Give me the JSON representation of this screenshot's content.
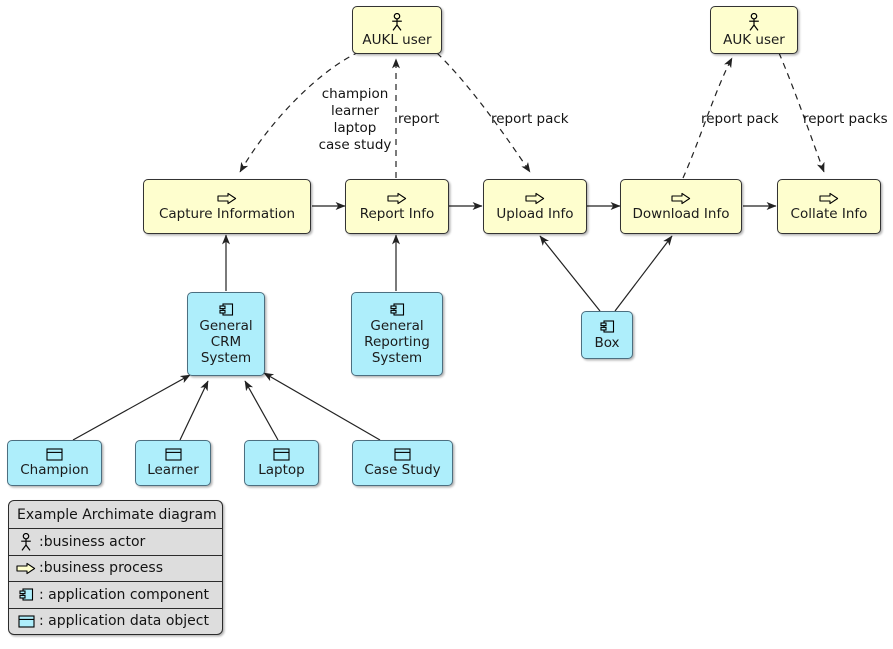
{
  "diagram": {
    "title": "Example Archimate diagram",
    "background": "#FFFFFF",
    "palette": {
      "business_fill": "#FEFECE",
      "business_stroke": "#333333",
      "application_fill": "#AEEEFB",
      "application_stroke": "#4C6F80",
      "legend_fill": "#DDDDDD",
      "edge_stroke": "#222222"
    }
  },
  "nodes": {
    "aukl_user": {
      "label": "AUKL user",
      "type": "business actor",
      "icon": "business-actor-icon"
    },
    "auk_user": {
      "label": "AUK user",
      "type": "business actor",
      "icon": "business-actor-icon"
    },
    "capture_info": {
      "label": "Capture Information",
      "type": "business process",
      "icon": "business-process-icon"
    },
    "report_info": {
      "label": "Report Info",
      "type": "business process",
      "icon": "business-process-icon"
    },
    "upload_info": {
      "label": "Upload Info",
      "type": "business process",
      "icon": "business-process-icon"
    },
    "download_info": {
      "label": "Download Info",
      "type": "business process",
      "icon": "business-process-icon"
    },
    "collate_info": {
      "label": "Collate Info",
      "type": "business process",
      "icon": "business-process-icon"
    },
    "general_crm": {
      "label": "General\nCRM\nSystem",
      "type": "application component",
      "icon": "application-component-icon"
    },
    "general_reporting": {
      "label": "General\nReporting\nSystem",
      "type": "application component",
      "icon": "application-component-icon"
    },
    "box": {
      "label": "Box",
      "type": "application component",
      "icon": "application-component-icon"
    },
    "champion": {
      "label": "Champion",
      "type": "application data object",
      "icon": "application-data-object-icon"
    },
    "learner": {
      "label": "Learner",
      "type": "application data object",
      "icon": "application-data-object-icon"
    },
    "laptop": {
      "label": "Laptop",
      "type": "application data object",
      "icon": "application-data-object-icon"
    },
    "case_study": {
      "label": "Case Study",
      "type": "application data object",
      "icon": "application-data-object-icon"
    }
  },
  "edge_labels": {
    "champion_learner_laptop_case_study": "champion\nlearner\nlaptop\ncase study",
    "report": "report",
    "report_pack_upload": "report pack",
    "report_pack_download": "report pack",
    "report_packs_collate": "report packs"
  },
  "legend": {
    "title": "Example Archimate diagram",
    "rows": [
      {
        "icon": "business-actor-icon",
        "text": ":business actor"
      },
      {
        "icon": "business-process-icon",
        "text": ":business process"
      },
      {
        "icon": "application-component-icon",
        "text": ": application component"
      },
      {
        "icon": "application-data-object-icon",
        "text": ": application data object"
      }
    ]
  }
}
